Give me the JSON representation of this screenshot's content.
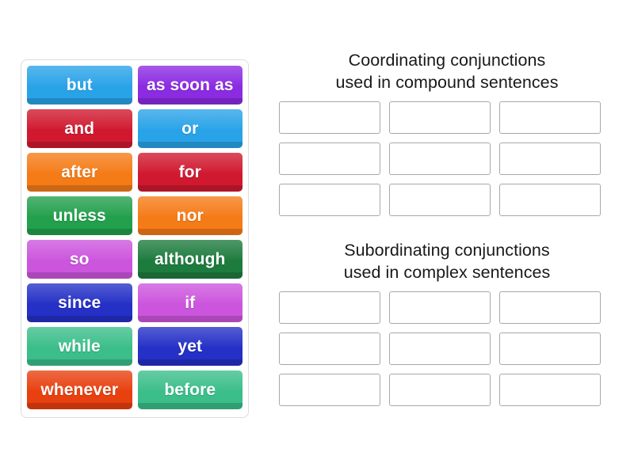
{
  "activity": {
    "type": "group-sort",
    "background_color": "#ffffff"
  },
  "tile_panel": {
    "name": "word-tile-panel",
    "border_color": "#dcdcdc",
    "tiles": [
      {
        "label": "but",
        "color": "#29A3E8"
      },
      {
        "label": "as soon as",
        "color": "#8B2BE2"
      },
      {
        "label": "and",
        "color": "#D0192F"
      },
      {
        "label": "or",
        "color": "#29A3E8"
      },
      {
        "label": "after",
        "color": "#F57B17"
      },
      {
        "label": "for",
        "color": "#D0192F"
      },
      {
        "label": "unless",
        "color": "#22A04C"
      },
      {
        "label": "nor",
        "color": "#F57B17"
      },
      {
        "label": "so",
        "color": "#CC55DD"
      },
      {
        "label": "although",
        "color": "#1E7B3E"
      },
      {
        "label": "since",
        "color": "#2430C6"
      },
      {
        "label": "if",
        "color": "#CC55DD"
      },
      {
        "label": "while",
        "color": "#3BBE8A"
      },
      {
        "label": "yet",
        "color": "#2430C6"
      },
      {
        "label": "whenever",
        "color": "#E8400F"
      },
      {
        "label": "before",
        "color": "#3BBE8A"
      }
    ]
  },
  "categories": [
    {
      "title": "Coordinating conjunctions\nused in compound sentences",
      "dropzones": [
        "",
        "",
        "",
        "",
        "",
        "",
        "",
        "",
        ""
      ],
      "dropzone_count": 9,
      "dropzone_border_color": "#a8a8a8"
    },
    {
      "title": "Subordinating conjunctions\nused in complex sentences",
      "dropzones": [
        "",
        "",
        "",
        "",
        "",
        "",
        "",
        "",
        ""
      ],
      "dropzone_count": 9,
      "dropzone_border_color": "#a8a8a8"
    }
  ]
}
